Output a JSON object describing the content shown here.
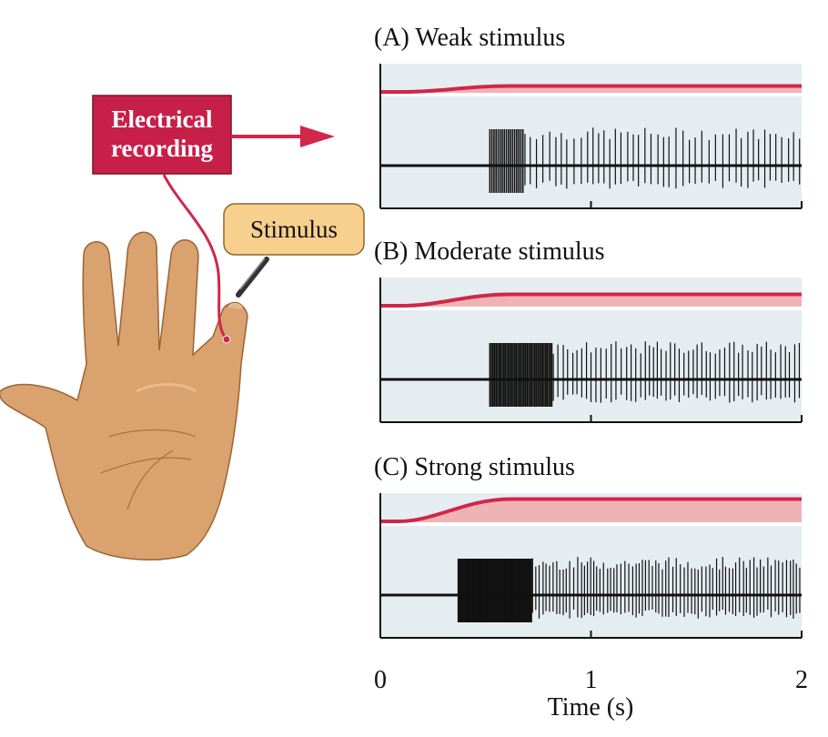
{
  "labels": {
    "electrical_recording": [
      "Electrical",
      "recording"
    ],
    "stimulus": "Stimulus"
  },
  "panels": [
    {
      "id": "A",
      "title": "(A)  Weak stimulus",
      "stimulus_level": 0.25,
      "spike_onset_s": 0.52,
      "burst_end_s": 0.68,
      "spike_interval_s": 0.028
    },
    {
      "id": "B",
      "title": "(B)  Moderate stimulus",
      "stimulus_level": 0.45,
      "spike_onset_s": 0.52,
      "burst_end_s": 0.82,
      "spike_interval_s": 0.021
    },
    {
      "id": "C",
      "title": "(C)  Strong stimulus",
      "stimulus_level": 0.85,
      "spike_onset_s": 0.37,
      "burst_end_s": 0.72,
      "spike_interval_s": 0.016
    }
  ],
  "axis": {
    "ticks": [
      "0",
      "1",
      "2"
    ],
    "tick_values": [
      0,
      1,
      2
    ],
    "xlim": [
      0,
      2
    ],
    "xlabel": "Time (s)"
  },
  "colors": {
    "red": "#d0274a",
    "pink_fill": "#f0b3b5",
    "panel_bg": "#e6edf1",
    "skin": "#d9a26e",
    "skin_dark": "#9a6434",
    "label_fill": "#c62048",
    "stimulus_box": "#f7d08e"
  }
}
